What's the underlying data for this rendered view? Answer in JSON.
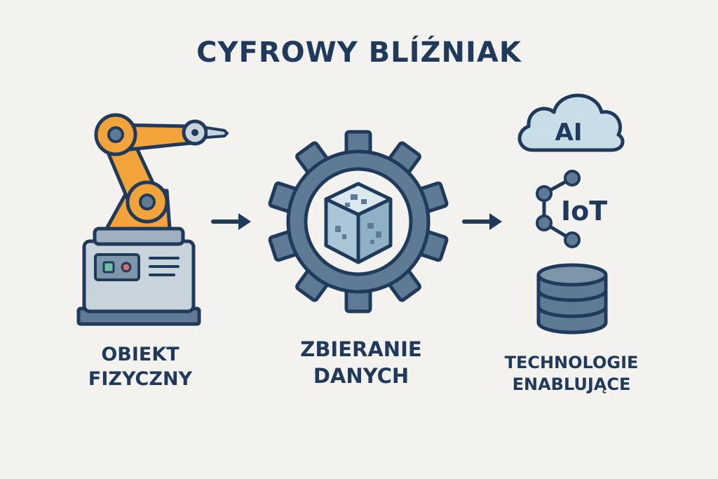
{
  "title": "CYFROWY BLÍŹNIAK",
  "steps": [
    {
      "line1": "OBIEKT",
      "line2": "FIZYCZNY"
    },
    {
      "line1": "ZBIERANIE",
      "line2": "DANYCH"
    },
    {
      "line1": "TECHNOLOGIE",
      "line2": "ENABLUJĄCE"
    }
  ],
  "technologies": {
    "ai": "AI",
    "iot": "IoT"
  },
  "colors": {
    "background": "#f3f2ef",
    "navy": "#1f3a5a",
    "orange": "#f2a33a",
    "steel": "#5e7a95",
    "light_blue": "#c9dde8",
    "pale_blue": "#dbe8ef"
  },
  "icons": [
    "robot-arm-icon",
    "arrow-right-icon",
    "gear-icon",
    "cube-icon",
    "cloud-icon",
    "iot-network-icon",
    "database-icon"
  ]
}
